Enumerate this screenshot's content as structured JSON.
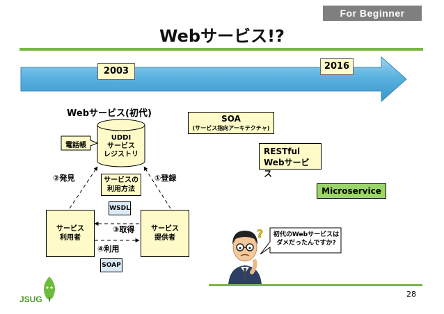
{
  "header": {
    "badge": "For Beginner",
    "title": "Webサービス!?"
  },
  "timeline": {
    "start_year": "2003",
    "end_year": "2016"
  },
  "diagram": {
    "title": "Webサービス(初代)",
    "registry_line1": "UDDI",
    "registry_line2": "サービス",
    "registry_line3": "レジストリ",
    "phonebook_label": "電話帳",
    "consumer_line1": "サービス",
    "consumer_line2": "利用者",
    "provider_line1": "サービス",
    "provider_line2": "提供者",
    "usage_note_line1": "サービスの",
    "usage_note_line2": "利用方法",
    "wsdl": "WSDL",
    "soap": "SOAP",
    "step_discover": "②発見",
    "step_register": "①登録",
    "step_fetch": "③取得",
    "step_use": "④利用"
  },
  "labels": {
    "soa": "SOA",
    "soa_sub": "(サービス指向アーキテクチャ)",
    "restful_line1": "RESTful",
    "restful_line2": "Webサービス",
    "microservice": "Microservice"
  },
  "speech": {
    "line1": "初代のWebサービスは",
    "line2": "ダメだったんですか?"
  },
  "footer": {
    "logo": "JSUG",
    "page_number": "28"
  },
  "colors": {
    "accent_green": "#7ab648",
    "arrow_blue": "#4da6d8",
    "note_yellow": "#fffbc8",
    "microservice_green": "#9bd46a"
  }
}
